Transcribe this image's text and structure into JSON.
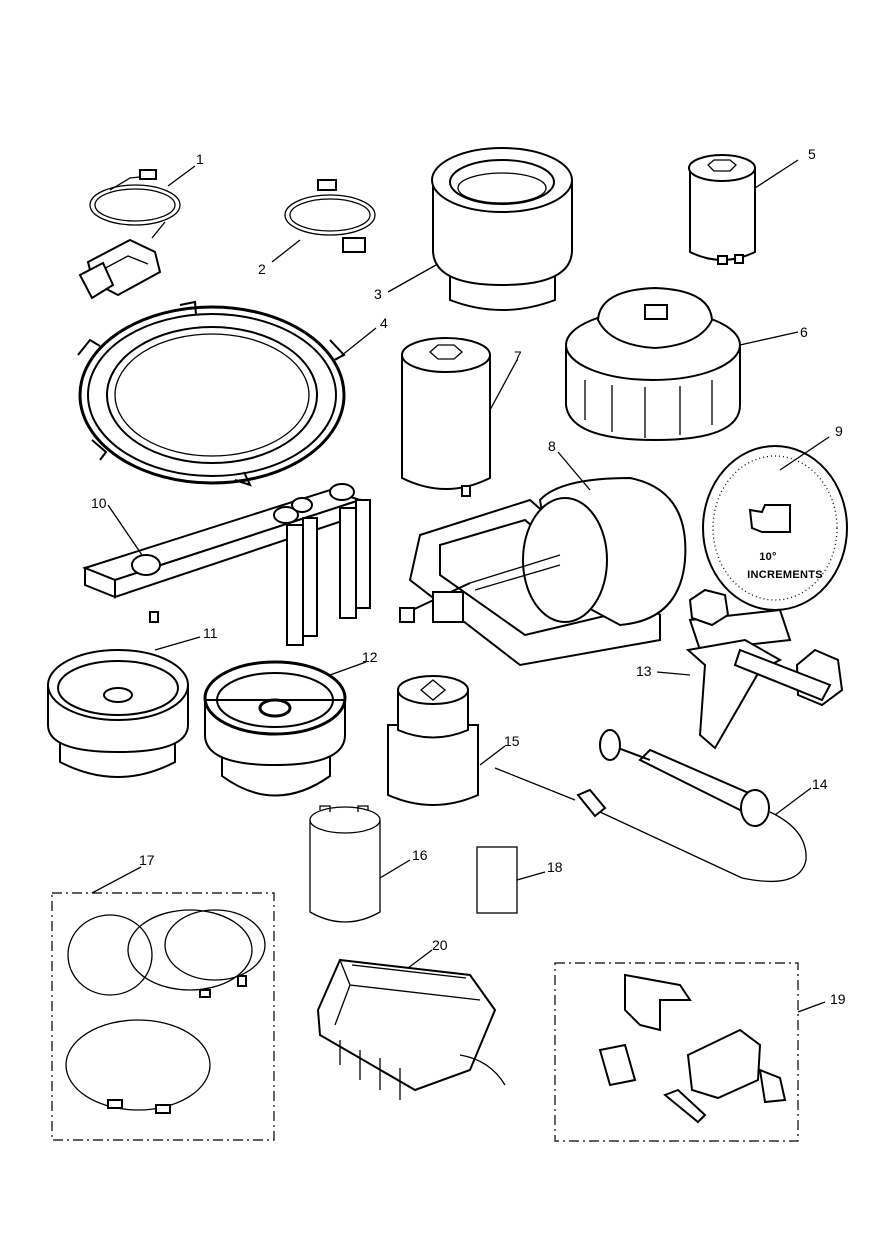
{
  "callouts": {
    "c1": "1",
    "c2": "2",
    "c3": "3",
    "c4": "4",
    "c5": "5",
    "c6": "6",
    "c7": "7",
    "c8": "8",
    "c9": "9",
    "c10": "10",
    "c11": "11",
    "c12": "12",
    "c13": "13",
    "c14": "14",
    "c15": "15",
    "c16": "16",
    "c17": "17",
    "c18": "18",
    "c19": "19",
    "c20": "20"
  },
  "protractor": {
    "line1": "10°",
    "line2": "INCREMENTS"
  }
}
